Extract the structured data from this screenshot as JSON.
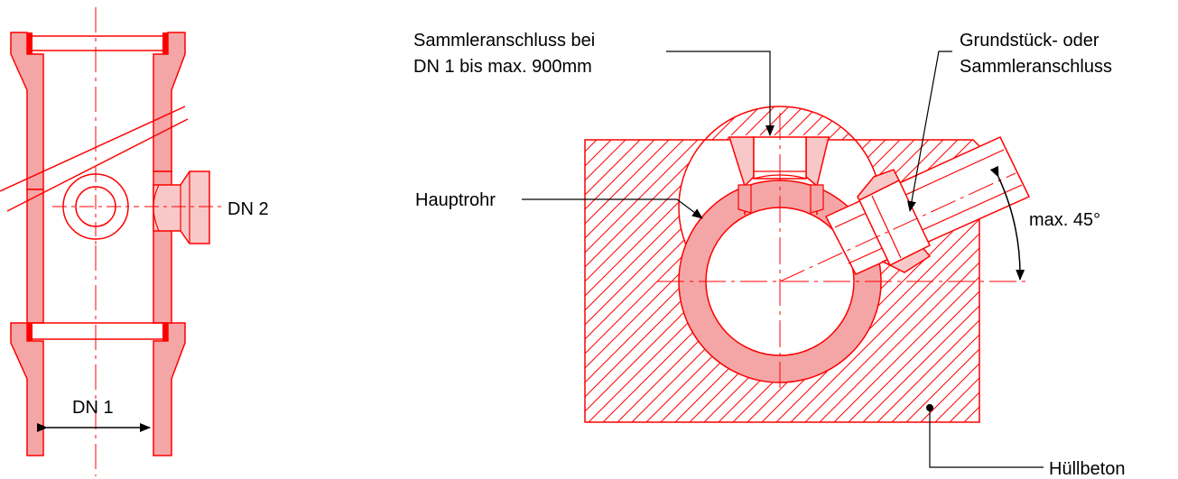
{
  "labels": {
    "dn1": "DN 1",
    "dn2": "DN 2",
    "sammler_line1": "Sammleranschluss bei",
    "sammler_line2": "DN 1 bis max. 900mm",
    "grund_line1": "Grundstück- oder",
    "grund_line2": "Sammleranschluss",
    "hauptrohr": "Hauptrohr",
    "angle": "max. 45°",
    "huellbeton": "Hüllbeton"
  },
  "colors": {
    "line": "#ff0000",
    "pipe_wall": "#f4a6a6",
    "pipe_light": "#f8c8c8",
    "text": "#000000"
  }
}
